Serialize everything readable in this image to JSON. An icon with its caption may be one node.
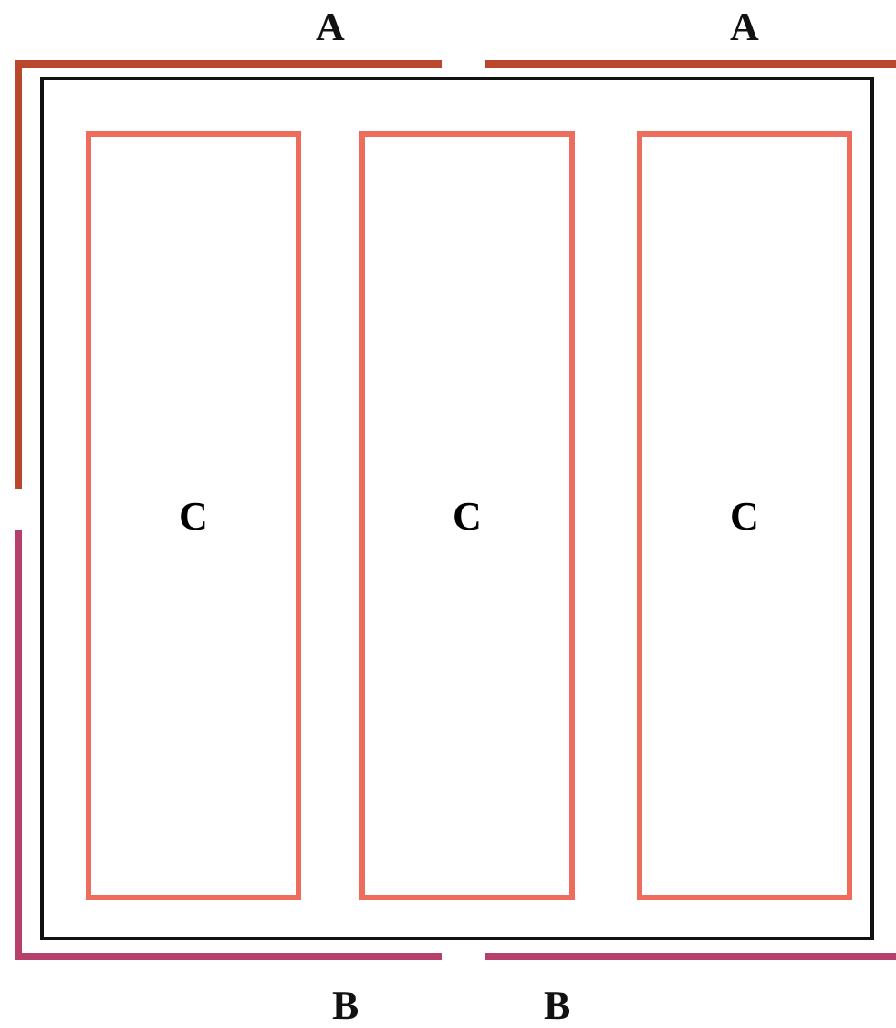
{
  "diagram": {
    "nodes": [
      {
        "text": [],
        "shape": "box"
      },
      {
        "text": [
          "C"
        ],
        "in": 0
      },
      {
        "text": [
          "C"
        ],
        "in": 0
      },
      {
        "text": [
          "C"
        ],
        "in": 0
      }
    ],
    "labels": [
      "A",
      "A",
      "B",
      "B"
    ]
  }
}
